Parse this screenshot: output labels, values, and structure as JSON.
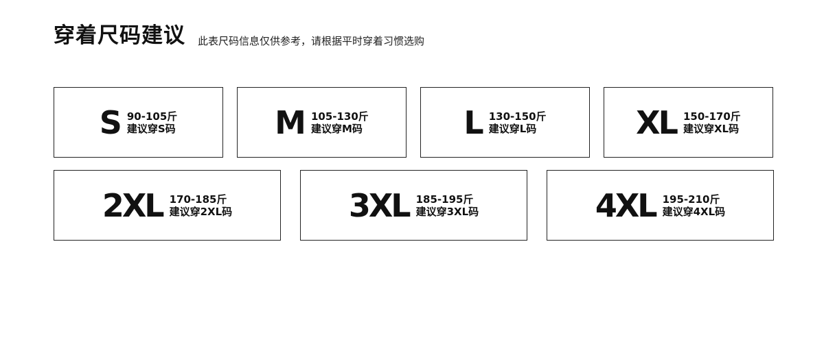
{
  "header": {
    "title": "穿着尺码建议",
    "subtitle": "此表尺码信息仅供参考，请根据平时穿着习惯选购"
  },
  "sizes": [
    {
      "code": "S",
      "weight": "90-105斤",
      "advice": "建议穿S码"
    },
    {
      "code": "M",
      "weight": "105-130斤",
      "advice": "建议穿M码"
    },
    {
      "code": "L",
      "weight": "130-150斤",
      "advice": "建议穿L码"
    },
    {
      "code": "XL",
      "weight": "150-170斤",
      "advice": "建议穿XL码"
    },
    {
      "code": "2XL",
      "weight": "170-185斤",
      "advice": "建议穿2XL码"
    },
    {
      "code": "3XL",
      "weight": "185-195斤",
      "advice": "建议穿3XL码"
    },
    {
      "code": "4XL",
      "weight": "195-210斤",
      "advice": "建议穿4XL码"
    }
  ]
}
